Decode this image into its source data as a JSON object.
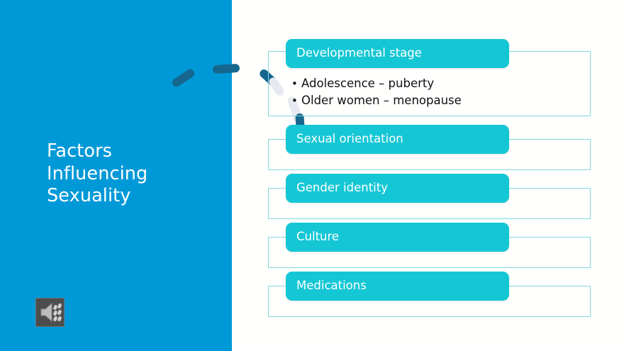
{
  "slide": {
    "title": "Factors Influencing Sexuality",
    "background_color": "#FFFFFD",
    "panel_color": "#0099D8",
    "accent_color": "#15C7D5",
    "outline_color": "#7FD8DE",
    "decor_dark_color": "#16678F",
    "decor_light_color": "#E6E9F0"
  },
  "media": {
    "audio_icon": "speaker-audio-icon"
  },
  "diagram": {
    "rows": [
      {
        "header": "Developmental stage",
        "bullets": [
          "Adolescence – puberty",
          "Older women – menopause"
        ]
      },
      {
        "header": "Sexual orientation",
        "bullets": []
      },
      {
        "header": "Gender identity",
        "bullets": []
      },
      {
        "header": "Culture",
        "bullets": []
      },
      {
        "header": "Medications",
        "bullets": []
      }
    ]
  }
}
